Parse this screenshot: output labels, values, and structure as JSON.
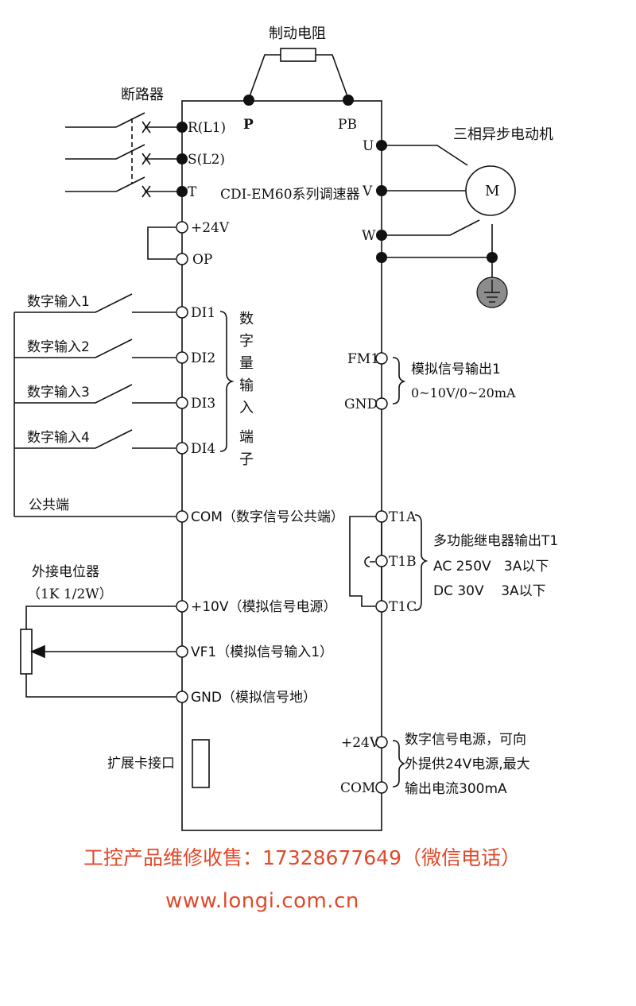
{
  "top": {
    "brake_resistor": "制动电阻",
    "breaker": "断路器",
    "terminal_p": "P",
    "terminal_pb": "PB"
  },
  "inverter": {
    "model": "CDI-EM60系列调速器",
    "expansion_port": "扩展卡接口"
  },
  "power_in": [
    "R(L1)",
    "S(L2)",
    "T"
  ],
  "motor": {
    "title": "三相异步电动机",
    "symbol": "M",
    "outputs": [
      "U",
      "V",
      "W"
    ]
  },
  "left_terminals": {
    "p24": "+24V",
    "op": "OP",
    "di": [
      "DI1",
      "DI2",
      "DI3",
      "DI4"
    ],
    "com": "COM（数字信号公共端）",
    "v10": "+10V（模拟信号电源）",
    "vf1": "VF1（模拟信号输入1）",
    "gnd": "GND（模拟信号地）"
  },
  "digital_inputs": [
    "数字输入1",
    "数字输入2",
    "数字输入3",
    "数字输入4"
  ],
  "common": "公共端",
  "digital_group_label": [
    "数",
    "字",
    "量",
    "输",
    "入",
    "端",
    "子"
  ],
  "potentiometer": {
    "title": "外接电位器",
    "spec": "（1K 1/2W）"
  },
  "analog_out": {
    "fm1": "FM1",
    "gnd": "GND",
    "desc1": "模拟信号输出1",
    "desc2": "0~10V/0~20mA"
  },
  "relay": {
    "t1a": "T1A",
    "t1b": "T1B",
    "t1c": "T1C",
    "desc1": "多功能继电器输出T1",
    "desc2": "AC 250V   3A以下",
    "desc3": "DC 30V    3A以下"
  },
  "dc_supply": {
    "p24": "+24V",
    "com": "COM",
    "desc1": "数字信号电源，可向",
    "desc2": "外提供24V电源,最大",
    "desc3": "输出电流300mA"
  },
  "ad": {
    "line1": "工控产品维修收售：17328677649（微信电话）",
    "line2": "www.longi.com.cn"
  },
  "colors": {
    "ad_text": "#e04a2a",
    "ground_fill": "#8c8c8c"
  }
}
